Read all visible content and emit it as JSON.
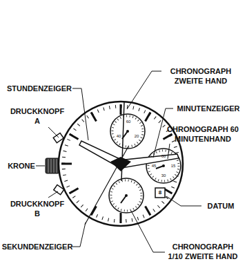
{
  "diagram": {
    "labels": [
      "CHRONOGRAPH ZWEITE HAND",
      "STUNDENZEIGER",
      "MINUTENZEIGER",
      "DRUCKKNOPF A",
      "CHRONOGRAPH 60 MINUTENHAND",
      "KRONE",
      "DRUCKKNOPF B",
      "DATUM",
      "SEKUNDENZEIGER",
      "CHRONOGRAPH 1/10 ZWEITE HAND",
      "60",
      "20",
      "40",
      "60",
      "15",
      "30",
      "45",
      "8"
    ]
  }
}
